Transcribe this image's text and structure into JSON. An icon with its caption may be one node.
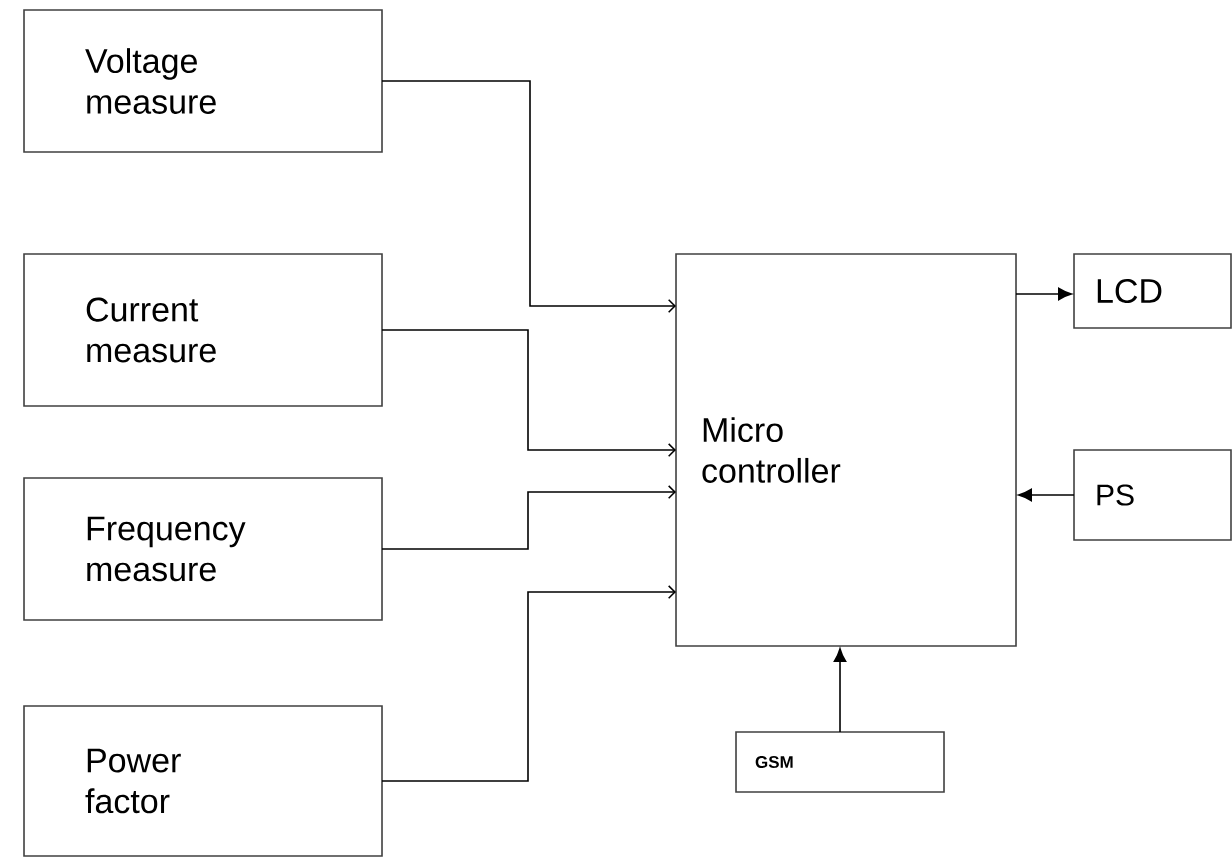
{
  "diagram": {
    "nodes": [
      {
        "text": [
          "Voltage measure"
        ]
      },
      {
        "text": [
          "Current measure"
        ]
      },
      {
        "text": [
          "Frequency measure"
        ]
      },
      {
        "text": [
          "Power factor"
        ]
      },
      {
        "text": [
          "Micro controller"
        ]
      },
      {
        "text": [
          "LCD"
        ]
      },
      {
        "text": [
          "PS"
        ]
      },
      {
        "text": [
          "GSM"
        ]
      }
    ],
    "edges": [
      {
        "from": 0,
        "to": 4,
        "arrow": "to"
      },
      {
        "from": 1,
        "to": 4,
        "arrow": "to"
      },
      {
        "from": 2,
        "to": 4,
        "arrow": "to"
      },
      {
        "from": 3,
        "to": 4,
        "arrow": "to"
      },
      {
        "from": 4,
        "to": 5,
        "arrow": "to"
      },
      {
        "from": 6,
        "to": 4,
        "arrow": "to"
      },
      {
        "from": 7,
        "to": 4,
        "arrow": "to"
      }
    ]
  }
}
